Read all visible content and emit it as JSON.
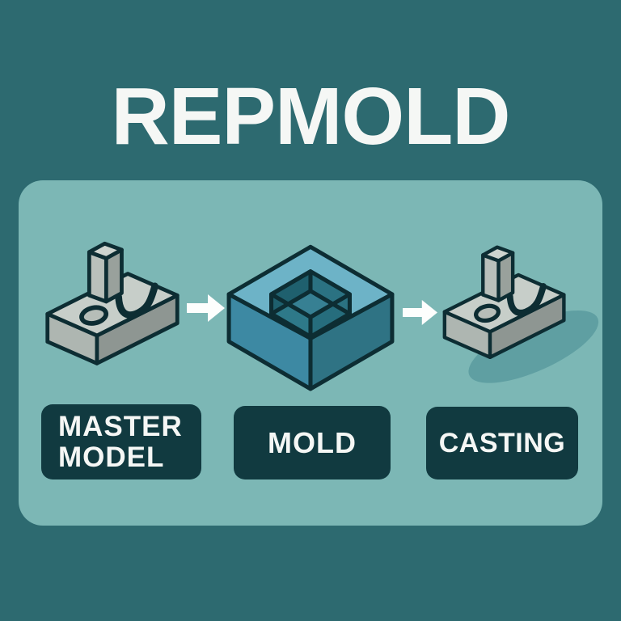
{
  "poster": {
    "title": "REPMOLD"
  },
  "colors": {
    "background": "#2d6a70",
    "panel": "#7cb7b5",
    "label_box": "#113a40",
    "text_light": "#f5f7f5",
    "mold_blue_top": "#6db3c7",
    "model_gray_top": "#c7cec9",
    "arrow_white": "#fdfefd"
  },
  "stages": [
    {
      "name": "master-model",
      "label_lines": [
        "MASTER",
        "MODEL"
      ]
    },
    {
      "name": "mold",
      "label_lines": [
        "MOLD"
      ]
    },
    {
      "name": "casting",
      "label_lines": [
        "CASTING"
      ]
    }
  ]
}
